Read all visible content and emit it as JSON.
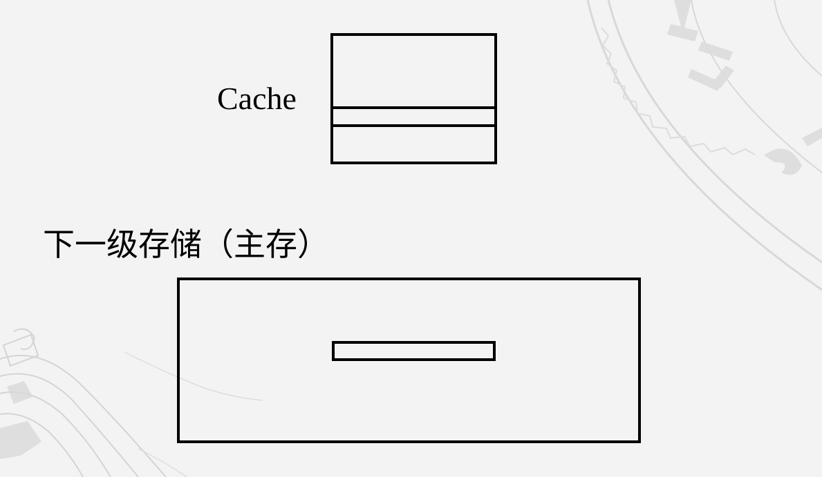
{
  "diagram": {
    "cache": {
      "label": "Cache",
      "line_divisions": 2
    },
    "main_memory": {
      "label": "下一级存储（主存）",
      "block_count": 1
    }
  },
  "colors": {
    "background": "#f3f3f3",
    "stroke": "#000000",
    "watermark": "#d6d6d6"
  }
}
